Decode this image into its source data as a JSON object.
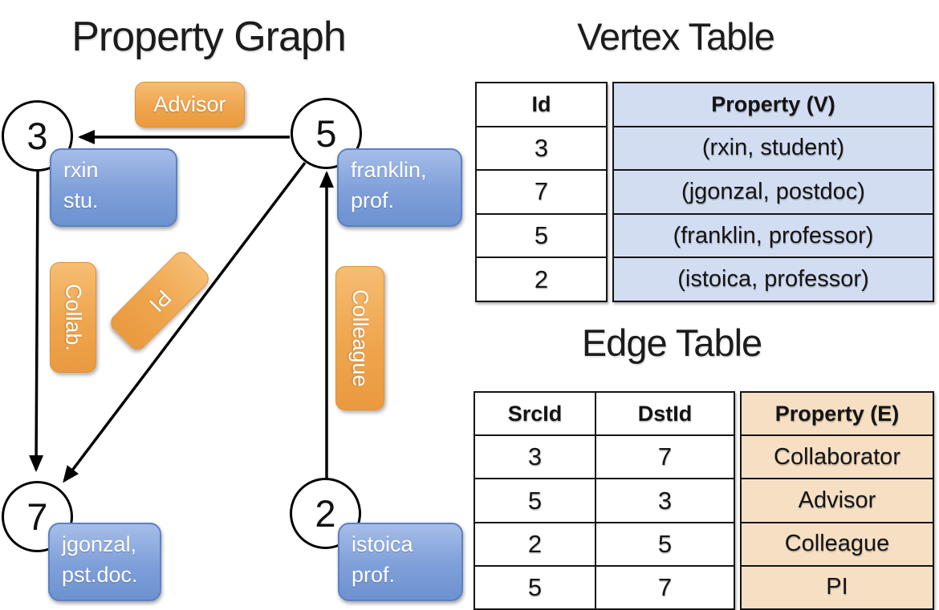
{
  "left_panel": {
    "title": "Property Graph",
    "nodes": [
      {
        "id": "3",
        "prop_line1": "rxin",
        "prop_line2": "stu."
      },
      {
        "id": "5",
        "prop_line1": "franklin,",
        "prop_line2": "prof."
      },
      {
        "id": "7",
        "prop_line1": "jgonzal,",
        "prop_line2": "pst.doc."
      },
      {
        "id": "2",
        "prop_line1": "istoica",
        "prop_line2": "prof."
      }
    ],
    "edge_labels": {
      "advisor": "Advisor",
      "collab": "Collab.",
      "pi": "PI",
      "colleague": "Colleague"
    }
  },
  "vertex_table": {
    "title": "Vertex Table",
    "id_header": "Id",
    "property_header": "Property (V)",
    "rows": [
      {
        "id": "3",
        "property": "(rxin, student)"
      },
      {
        "id": "7",
        "property": "(jgonzal, postdoc)"
      },
      {
        "id": "5",
        "property": "(franklin, professor)"
      },
      {
        "id": "2",
        "property": "(istoica, professor)"
      }
    ]
  },
  "edge_table": {
    "title": "Edge Table",
    "srcid_header": "SrcId",
    "dstid_header": "DstId",
    "property_header": "Property (E)",
    "rows": [
      {
        "src": "3",
        "dst": "7",
        "property": "Collaborator"
      },
      {
        "src": "5",
        "dst": "3",
        "property": "Advisor"
      },
      {
        "src": "2",
        "dst": "5",
        "property": "Colleague"
      },
      {
        "src": "5",
        "dst": "7",
        "property": "PI"
      }
    ]
  },
  "colors": {
    "vertex_property_fill": "#d3ddf2",
    "edge_property_fill": "#f6dfc3",
    "node_property_blue": "#7e9fd9",
    "edge_label_orange": "#efa54d",
    "line_black": "#000000"
  }
}
